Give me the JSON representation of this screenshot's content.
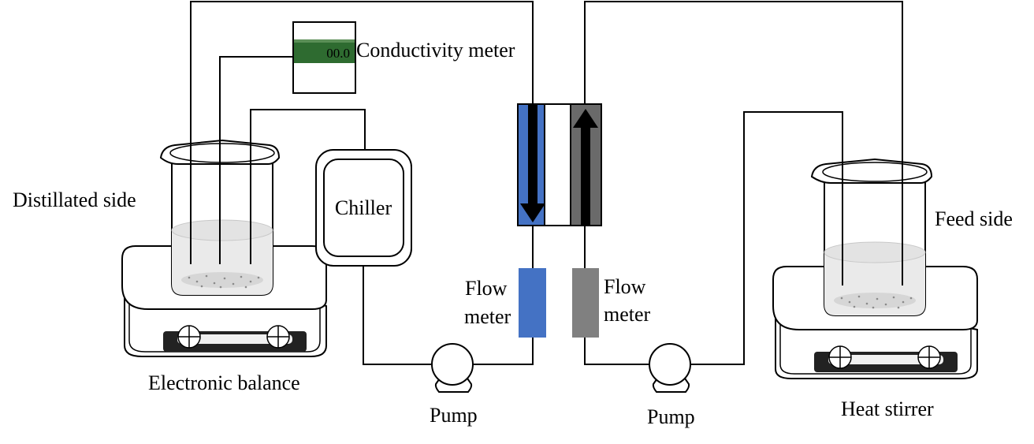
{
  "labels": {
    "conductivity_meter": "Conductivity meter",
    "meter_display": "00.0",
    "distillated_side": "Distillated side",
    "chiller": "Chiller",
    "flow_meter_left_line1": "Flow",
    "flow_meter_left_line2": "meter",
    "flow_meter_right_line1": "Flow",
    "flow_meter_right_line2": "meter",
    "feed_side": "Feed side",
    "electronic_balance": "Electronic balance",
    "pump_left": "Pump",
    "pump_right": "Pump",
    "heat_stirrer": "Heat stirrer"
  },
  "colors": {
    "distillate_blue": "#4472C4",
    "feed_gray": "#808080",
    "display_green": "#2E6B30",
    "water": "#E8E8E8"
  }
}
